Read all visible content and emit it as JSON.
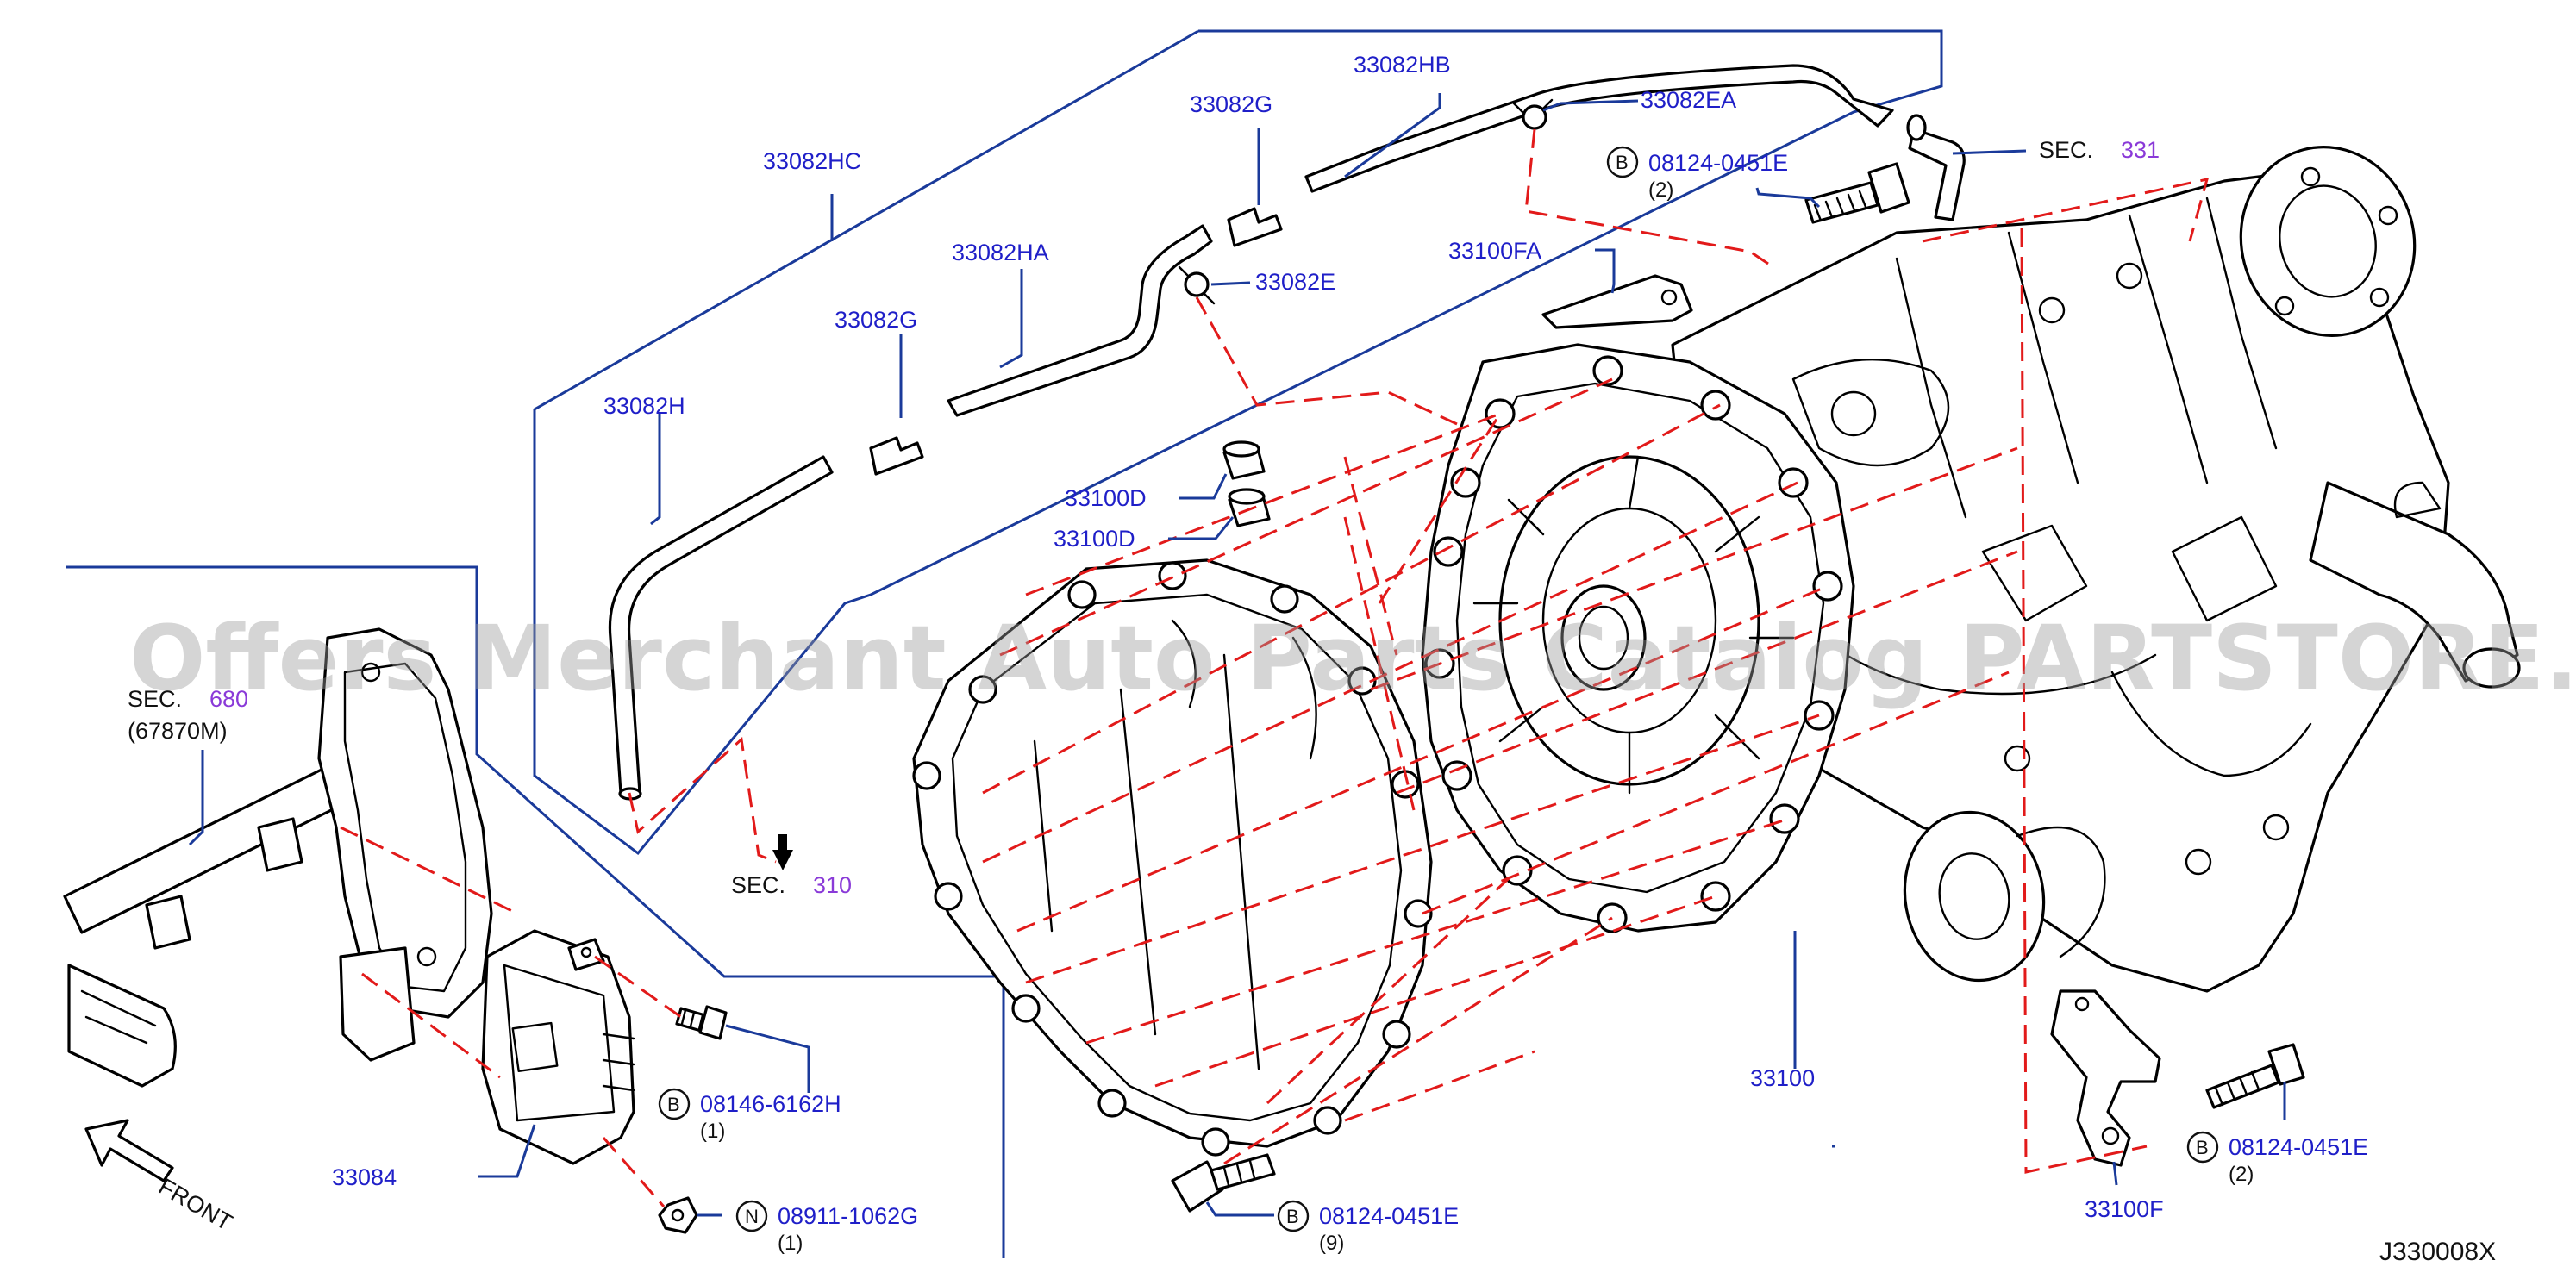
{
  "diagram": {
    "drawing_code": "J330008X",
    "watermark": "Offers Merchant Auto Parts Catalog PARTSTORE.SA",
    "front_label": "FRONT",
    "parts": [
      {
        "id": "p_33082hc",
        "label": "33082HC"
      },
      {
        "id": "p_33082hb",
        "label": "33082HB"
      },
      {
        "id": "p_33082g_top",
        "label": "33082G"
      },
      {
        "id": "p_33082ea",
        "label": "33082EA"
      },
      {
        "id": "p_33082ha",
        "label": "33082HA"
      },
      {
        "id": "p_33082e",
        "label": "33082E"
      },
      {
        "id": "p_33100fa",
        "label": "33100FA"
      },
      {
        "id": "p_33082g_mid",
        "label": "33082G"
      },
      {
        "id": "p_33082h",
        "label": "33082H"
      },
      {
        "id": "p_33100d_a",
        "label": "33100D"
      },
      {
        "id": "p_33100d_b",
        "label": "33100D"
      },
      {
        "id": "p_33100",
        "label": "33100"
      },
      {
        "id": "p_33084",
        "label": "33084"
      },
      {
        "id": "p_33100f",
        "label": "33100F"
      }
    ],
    "fasteners": [
      {
        "id": "f_top",
        "prefix": "B",
        "label": "08124-0451E",
        "qty": "(2)"
      },
      {
        "id": "f_ecu",
        "prefix": "B",
        "label": "08146-6162H",
        "qty": "(1)"
      },
      {
        "id": "f_nut",
        "prefix": "N",
        "label": "08911-1062G",
        "qty": "(1)"
      },
      {
        "id": "f_bottom",
        "prefix": "B",
        "label": "08124-0451E",
        "qty": "(9)"
      },
      {
        "id": "f_right",
        "prefix": "B",
        "label": "08124-0451E",
        "qty": "(2)"
      }
    ],
    "sections": [
      {
        "id": "s_331",
        "prefix": "SEC.",
        "number": "331",
        "sub": ""
      },
      {
        "id": "s_680",
        "prefix": "SEC.",
        "number": "680",
        "sub": "(67870M)"
      },
      {
        "id": "s_310",
        "prefix": "SEC.",
        "number": "310",
        "sub": ""
      }
    ],
    "colors": {
      "label": "#1f1fc8",
      "section_number": "#8a3ad8",
      "leader": "#1a3a9a",
      "dashed": "#e21a1a"
    }
  }
}
